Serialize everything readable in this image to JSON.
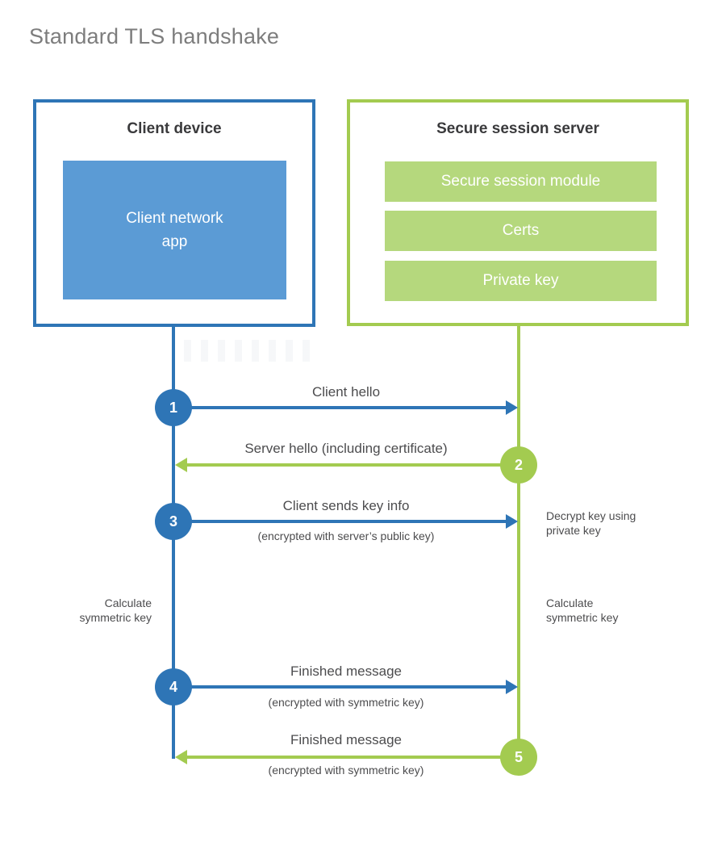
{
  "title": "Standard TLS handshake",
  "client": {
    "title": "Client device",
    "app": "Client network\napp"
  },
  "server": {
    "title": "Secure session server",
    "modules": [
      "Secure session module",
      "Certs",
      "Private key"
    ]
  },
  "steps": [
    {
      "num": "1",
      "label": "Client hello",
      "sublabel": "",
      "direction": "right",
      "color": "blue"
    },
    {
      "num": "2",
      "label": "Server hello (including certificate)",
      "sublabel": "",
      "direction": "left",
      "color": "green"
    },
    {
      "num": "3",
      "label": "Client sends key info",
      "sublabel": "(encrypted with server’s public key)",
      "direction": "right",
      "color": "blue"
    },
    {
      "num": "4",
      "label": "Finished message",
      "sublabel": "(encrypted with symmetric key)",
      "direction": "right",
      "color": "blue"
    },
    {
      "num": "5",
      "label": "Finished message",
      "sublabel": "(encrypted with symmetric key)",
      "direction": "left",
      "color": "green"
    }
  ],
  "notes": {
    "decrypt": "Decrypt key using\nprivate key",
    "calc_left": "Calculate\nsymmetric key",
    "calc_right": "Calculate\nsymmetric key"
  },
  "colors": {
    "blue": "#2e75b6",
    "blue_light": "#5b9bd5",
    "green": "#a3cb50",
    "green_light": "#b5d87d",
    "text_dark": "#3a3a3c",
    "text_gray": "#4c4c4e",
    "title_gray": "#7d7d7d"
  }
}
